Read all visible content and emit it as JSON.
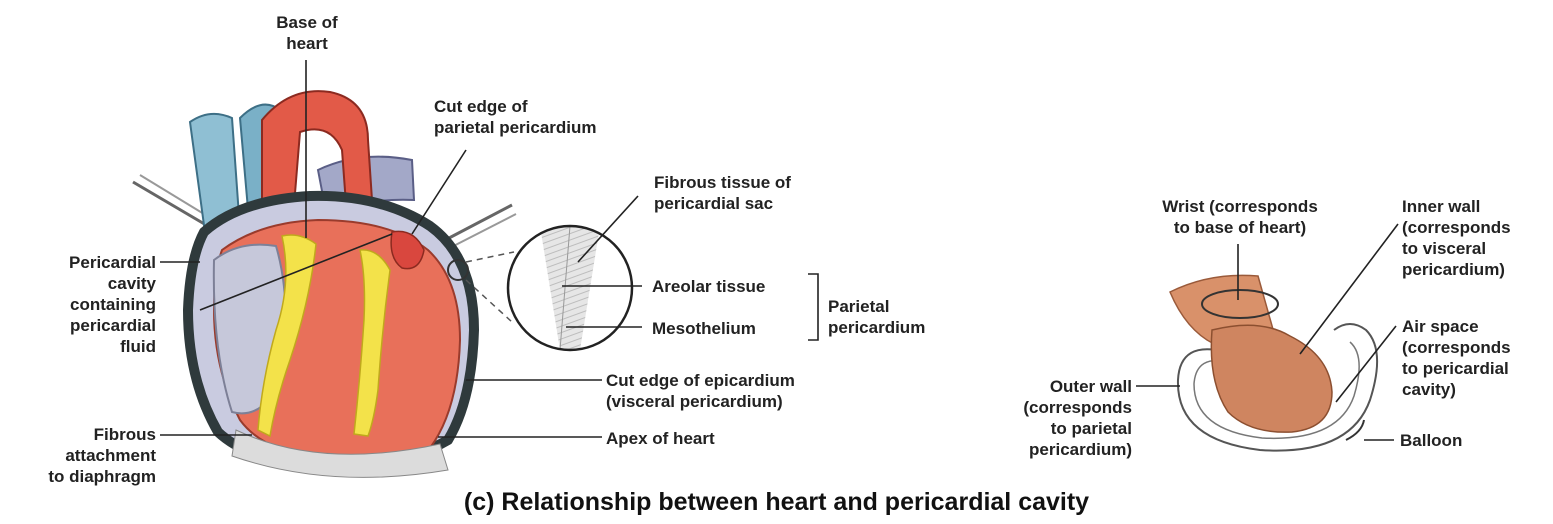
{
  "labels": {
    "base_of_heart": "Base of\nheart",
    "cut_edge_parietal": "Cut edge of\nparietal pericardium",
    "fibrous_tissue": "Fibrous tissue of\npericardial sac",
    "pericardial_cavity": "Pericardial\ncavity\ncontaining\npericardial\nfluid",
    "areolar_tissue": "Areolar tissue",
    "mesothelium": "Mesothelium",
    "parietal_pericardium": "Parietal\npericardium",
    "cut_edge_epicardium": "Cut edge of epicardium\n(visceral pericardium)",
    "fibrous_attachment": "Fibrous\nattachment\nto diaphragm",
    "apex_of_heart": "Apex of heart",
    "wrist": "Wrist (corresponds\nto base of heart)",
    "inner_wall": "Inner wall\n(corresponds\nto visceral\npericardium)",
    "air_space": "Air space\n(corresponds\nto pericardial\ncavity)",
    "outer_wall": "Outer wall\n(corresponds\nto parietal\npericardium)",
    "balloon": "Balloon"
  },
  "caption": "(c) Relationship between heart and pericardial cavity",
  "colors": {
    "heart_red": "#e8705a",
    "heart_dark_red": "#d9473e",
    "fat_yellow": "#f3e24a",
    "vessel_blue": "#7fb2c8",
    "vein_gray_blue": "#9aa6c6",
    "pericardium_dark": "#2f3a3c",
    "cavity_lavender": "#c9cbe0",
    "skin": "#d9916a",
    "balloon_line": "#555555"
  }
}
